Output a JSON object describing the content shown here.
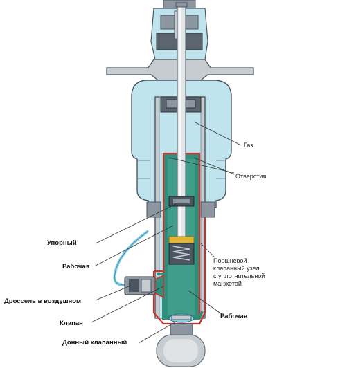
{
  "labels": {
    "gas": "Газ",
    "holes": "Отверстия",
    "piston_line1": "Поршневой",
    "piston_line2": "клапанный узел",
    "piston_line3": "с уплотнительной",
    "piston_line4": "манжетой",
    "stop": "Упорный",
    "working_left": "Рабочая",
    "throttle": "Дроссель  в  воздушном",
    "valve": "Клапан",
    "working_right": "Рабочая",
    "bottom_valve": "Донный клапанный"
  },
  "colors": {
    "gas_fill": "#bfe4ee",
    "oil_fill": "#2f8f7c",
    "oil_light": "#5fb7a2",
    "metal_dark": "#4a5560",
    "metal_mid": "#8c96a0",
    "metal_light": "#c7ccd1",
    "seal_red": "#c8312b",
    "piston_yellow": "#e0b437"
  }
}
